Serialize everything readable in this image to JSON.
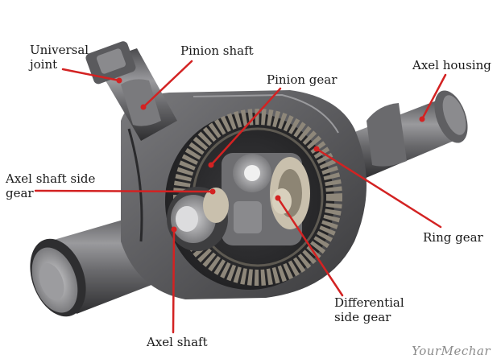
{
  "colors": {
    "leader_line": "#d32222",
    "metal_dark": "#3e3e40",
    "metal_mid": "#6f6f72",
    "metal_light": "#b9b9bb",
    "gear_gold": "#c9c0ad",
    "background": "#ffffff"
  },
  "labels": {
    "universal_joint": [
      "Universal",
      "joint"
    ],
    "pinion_shaft": "Pinion shaft",
    "pinion_gear": "Pinion gear",
    "axel_housing": "Axel housing",
    "axel_shaft_side_gear": [
      "Axel shaft side",
      "gear"
    ],
    "ring_gear": "Ring gear",
    "differential_side_gear": [
      "Differential",
      "side gear"
    ],
    "axel_shaft": "Axel shaft"
  },
  "watermark": "YourMechar"
}
